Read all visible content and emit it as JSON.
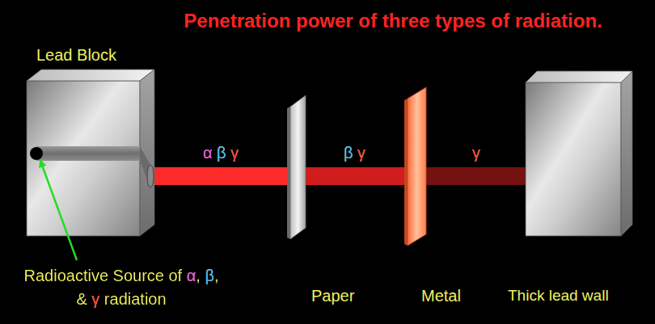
{
  "diagram": {
    "title": "Penetration power of three types of radiation.",
    "nodes": [
      {
        "text": [
          "Lead Block"
        ]
      },
      {
        "text": [
          "Paper"
        ]
      },
      {
        "text": [
          "Metal"
        ]
      },
      {
        "text": [
          "Thick lead wall"
        ]
      }
    ],
    "edges": [
      {
        "from": 0,
        "to": 1,
        "arrow": "none",
        "label": "α β γ"
      },
      {
        "from": 1,
        "to": 2,
        "arrow": "none",
        "label": "β γ"
      },
      {
        "from": 2,
        "to": 3,
        "arrow": "none",
        "label": "γ"
      }
    ],
    "labels": [
      "Radioactive Source of α, β, & γ radiation"
    ]
  }
}
